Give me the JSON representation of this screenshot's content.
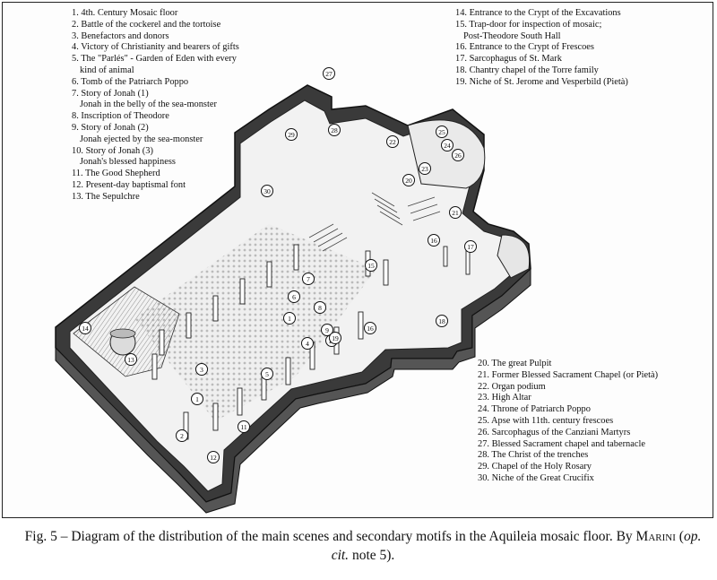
{
  "legend_left": [
    {
      "text": "1. 4th. Century Mosaic floor"
    },
    {
      "text": "2. Battle of the cockerel and the tortoise"
    },
    {
      "text": "3. Benefactors and donors"
    },
    {
      "text": "4. Victory of Christianity and bearers of gifts"
    },
    {
      "text": "5. The \"Parlés\" - Garden of Eden with every",
      "sub": "kind of animal"
    },
    {
      "text": "6. Tomb of the Patriarch Poppo"
    },
    {
      "text": "7. Story of Jonah (1)",
      "sub": "Jonah in the belly of the sea-monster"
    },
    {
      "text": "8. Inscription of Theodore"
    },
    {
      "text": "9. Story of Jonah (2)",
      "sub": "Jonah ejected by the sea-monster"
    },
    {
      "text": "10. Story of Jonah (3)",
      "sub": "Jonah's blessed happiness"
    },
    {
      "text": "11. The Good Shepherd"
    },
    {
      "text": "12. Present-day baptismal font"
    },
    {
      "text": "13. The Sepulchre"
    }
  ],
  "legend_right_top": [
    {
      "text": "14. Entrance to the Crypt of the Excavations"
    },
    {
      "text": "15. Trap-door for inspection of mosaic;",
      "sub": "Post-Theodore South Hall"
    },
    {
      "text": "16. Entrance to the Crypt of Frescoes"
    },
    {
      "text": "17. Sarcophagus of St. Mark"
    },
    {
      "text": "18. Chantry chapel of the Torre family"
    },
    {
      "text": "19. Niche of St. Jerome and Vesperbild (Pietà)"
    }
  ],
  "legend_right_bottom": [
    {
      "text": "20. The great Pulpit"
    },
    {
      "text": "21. Former Blessed Sacrament Chapel (or Pietà)"
    },
    {
      "text": "22. Organ podium"
    },
    {
      "text": "23. High Altar"
    },
    {
      "text": "24. Throne of Patriarch Poppo"
    },
    {
      "text": "25. Apse with 11th. century frescoes"
    },
    {
      "text": "26. Sarcophagus of the Canziani Martyrs"
    },
    {
      "text": "27. Blessed Sacrament chapel and tabernacle"
    },
    {
      "text": "28. The Christ of the trenches"
    },
    {
      "text": "29. Chapel of the Holy Rosary"
    },
    {
      "text": "30. Niche of the Great Crucifix"
    }
  ],
  "markers": [
    "1",
    "2",
    "3",
    "4",
    "5",
    "6",
    "7",
    "8",
    "9",
    "10",
    "11",
    "12",
    "13",
    "14",
    "15",
    "16",
    "17",
    "18",
    "19",
    "20",
    "21",
    "22",
    "23",
    "24",
    "25",
    "26",
    "27",
    "28",
    "29",
    "30"
  ],
  "caption": {
    "part1": "Fig. 5 – Diagram of the distribution of the main scenes and secondary motifs in the Aquileia mosaic floor. By ",
    "author": "Marini",
    "part2": " (",
    "ref_italic": "op. cit.",
    "part3": " note 5)."
  }
}
